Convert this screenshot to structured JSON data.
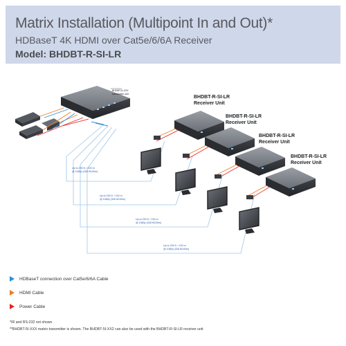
{
  "header": {
    "title": "Matrix Installation (Multipoint In and Out)*",
    "subtitle": "HDBaseT 4K HDMI over Cat5e/6/6A Receiver",
    "model": "Model: BHDBT-R-SI-LR"
  },
  "matrix": {
    "label_line1": "BHDBT-5-XXX",
    "label_line2": "transmitter unit"
  },
  "receivers": [
    {
      "line1": "BHDBT-R-SI-LR",
      "line2": "Receiver Unit"
    },
    {
      "line1": "BHDBT-R-SI-LR",
      "line2": "Receiver Unit"
    },
    {
      "line1": "BHDBT-R-SI-LR",
      "line2": "Receiver Unit"
    },
    {
      "line1": "BHDBT-R-SI-LR",
      "line2": "Receiver Unit"
    }
  ],
  "cables": [
    {
      "line1": "Up to 230 ft. / 100 m",
      "line2": "@ 1080p (328 ft/100m)"
    },
    {
      "line1": "Up to 230 ft. / 100 m",
      "line2": "@ 1080p (328 ft/100m)"
    },
    {
      "line1": "Up to 230 ft. / 100 m",
      "line2": "@ 1080p (328 ft/100m)"
    },
    {
      "line1": "Up to 230 ft. / 100 m",
      "line2": "@ 1080p (328 ft/100m)"
    }
  ],
  "legend": {
    "hdbaset": "HDBaseT connection over Cat5e/6/6A Cable",
    "hdmi": "HDMI Cable",
    "power": "Power Cable"
  },
  "footnotes": {
    "ir": "*IR and RS-232 not shown",
    "note": "**BHDBT-5I-XXX matrix transmitter is shown. The BHDBT-5I-XX2 can also be used with the BHDBT-R-SI-LR receiver unit"
  },
  "colors": {
    "hdbaset": "#2d8fd6",
    "hdmi": "#f07a1f",
    "power": "#e42521",
    "header_bg": "#cfd8ea"
  }
}
